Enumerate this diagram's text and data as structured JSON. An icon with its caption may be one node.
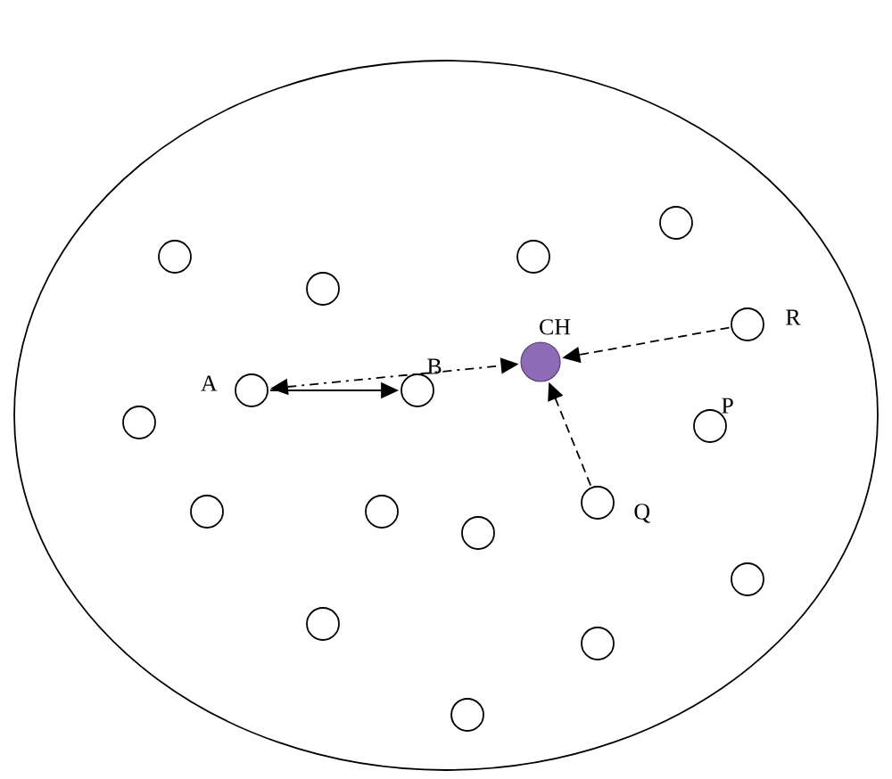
{
  "diagram": {
    "nodes": [
      {
        "text": [],
        "shape": "ellipse"
      },
      {
        "text": [],
        "shape": "circle",
        "in": 0
      },
      {
        "text": [],
        "shape": "circle",
        "in": 0
      },
      {
        "text": [],
        "shape": "circle",
        "in": 0
      },
      {
        "text": [],
        "shape": "circle",
        "in": 0
      },
      {
        "text": [],
        "shape": "circle",
        "in": 0,
        "beside": [
          "R"
        ]
      },
      {
        "text": [],
        "shape": "circle",
        "in": 0,
        "beside": [
          "CH"
        ]
      },
      {
        "text": [],
        "shape": "circle",
        "in": 0,
        "beside": [
          "A"
        ]
      },
      {
        "text": [],
        "shape": "circle",
        "in": 0,
        "beside": [
          "B"
        ]
      },
      {
        "text": [],
        "shape": "circle",
        "in": 0
      },
      {
        "text": [],
        "shape": "circle",
        "in": 0,
        "beside": [
          "P"
        ]
      },
      {
        "text": [],
        "shape": "circle",
        "in": 0,
        "beside": [
          "Q"
        ]
      },
      {
        "text": [],
        "shape": "circle",
        "in": 0
      },
      {
        "text": [],
        "shape": "circle",
        "in": 0
      },
      {
        "text": [],
        "shape": "circle",
        "in": 0
      },
      {
        "text": [],
        "shape": "circle",
        "in": 0
      },
      {
        "text": [],
        "shape": "circle",
        "in": 0
      },
      {
        "text": [],
        "shape": "circle",
        "in": 0
      },
      {
        "text": [],
        "shape": "circle",
        "in": 0
      }
    ],
    "edges": [
      {
        "from": 7,
        "to": 8,
        "arrow": "to"
      },
      {
        "from": 7,
        "to": 6,
        "arrow": "both",
        "style": "dashed"
      },
      {
        "from": 5,
        "to": 6,
        "arrow": "to",
        "style": "dashed"
      },
      {
        "from": 11,
        "to": 6,
        "arrow": "to",
        "style": "dashed"
      }
    ]
  }
}
